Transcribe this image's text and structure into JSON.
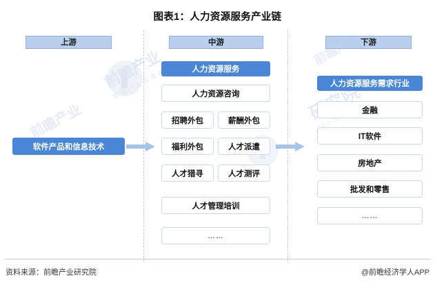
{
  "title": "图表1：人力资源服务产业链",
  "columns": {
    "upstream": {
      "header": "上游"
    },
    "midstream": {
      "header": "中游"
    },
    "downstream": {
      "header": "下游"
    }
  },
  "upstream": {
    "nodes": [
      {
        "label": "软件产品和信息技术",
        "style": "accent"
      }
    ]
  },
  "midstream": {
    "nodes": [
      {
        "label": "人力资源服务",
        "style": "accent"
      },
      {
        "label": "人力资源咨询",
        "style": "plain"
      },
      {
        "label": "招聘外包",
        "style": "plain"
      },
      {
        "label": "薪酬外包",
        "style": "plain"
      },
      {
        "label": "福利外包",
        "style": "plain"
      },
      {
        "label": "人才派遣",
        "style": "plain"
      },
      {
        "label": "人才猎寻",
        "style": "plain"
      },
      {
        "label": "人才测评",
        "style": "plain"
      },
      {
        "label": "人才管理培训",
        "style": "plain"
      },
      {
        "label": "……",
        "style": "ellipsis"
      }
    ]
  },
  "downstream": {
    "nodes": [
      {
        "label": "人力资源服务需求行业",
        "style": "accent"
      },
      {
        "label": "金融",
        "style": "plain"
      },
      {
        "label": "IT软件",
        "style": "plain"
      },
      {
        "label": "房地产",
        "style": "plain"
      },
      {
        "label": "批发和零售",
        "style": "plain"
      },
      {
        "label": "……",
        "style": "ellipsis"
      }
    ]
  },
  "arrows": [
    {
      "name": "upstream-to-midstream"
    },
    {
      "name": "midstream-to-downstream"
    }
  ],
  "footer": {
    "source": "资料来源：前瞻产业研究院",
    "credit": "@前瞻经济学人APP"
  },
  "watermarks": {
    "brand": "前瞻产业",
    "brand_sub": "中国产业咨询领导者",
    "institute": "研究院",
    "institute_sub": "400-639-9936"
  },
  "colors": {
    "accent": "#4a86d8",
    "header_fill": "#b8d0ee",
    "header_border": "#8fb0d8",
    "node_border": "#cdd9e8",
    "divider": "#b9c9e0",
    "arrow": "#9dbde4"
  }
}
